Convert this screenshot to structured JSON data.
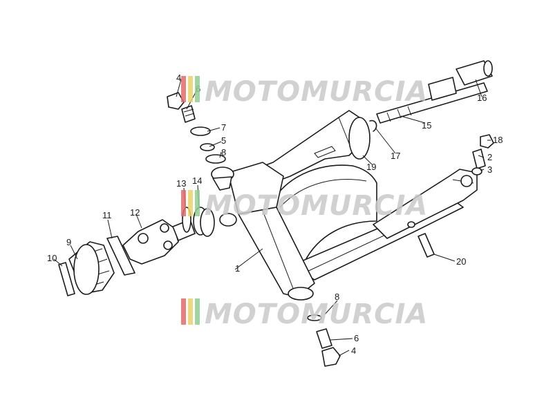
{
  "watermark": {
    "text": "MOTOMURCIA",
    "stripe_colors": [
      "#e46b6b",
      "#e9d36a",
      "#8fcf8f"
    ]
  },
  "callouts": [
    "1",
    "2",
    "3",
    "4",
    "5",
    "6",
    "7",
    "8",
    "9",
    "10",
    "11",
    "12",
    "13",
    "14",
    "15",
    "16",
    "17",
    "18",
    "19",
    "20",
    "4",
    "6",
    "8"
  ]
}
